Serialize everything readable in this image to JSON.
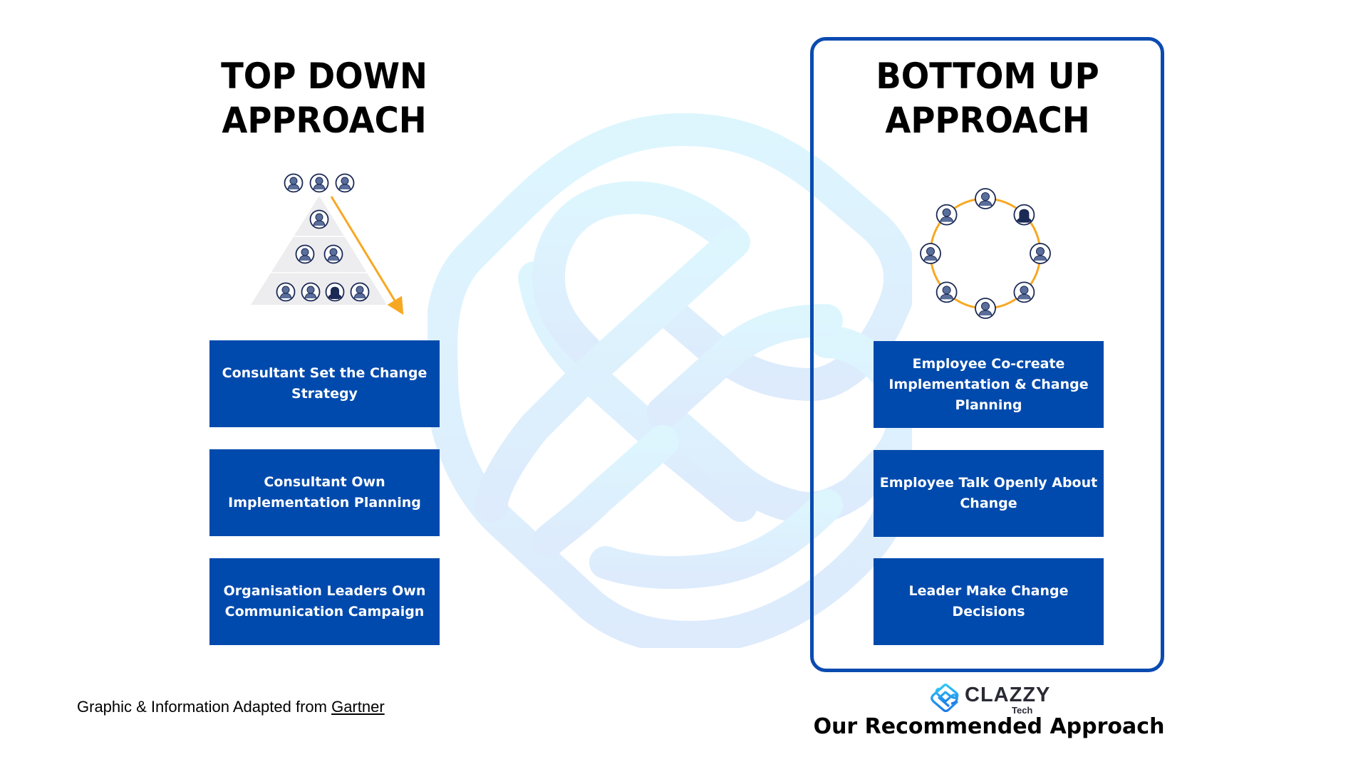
{
  "colors": {
    "box_fill": "#004AAD",
    "panel_border": "#0A4BB0",
    "arrow": "#F7A823",
    "icon_stroke": "#1B2A55",
    "icon_fill": "#5A6E9B",
    "pyramid_fill": "#EDEDEF",
    "watermark_top": "#DDF6FE",
    "watermark_bottom": "#DDEBFC"
  },
  "top_down": {
    "title_line1": "TOP DOWN",
    "title_line2": "APPROACH",
    "graphic": "pyramid-hierarchy",
    "boxes": [
      "Consultant Set the Change Strategy",
      "Consultant Own Implementation Planning",
      "Organisation Leaders Own Communication Campaign"
    ]
  },
  "bottom_up": {
    "title_line1": "BOTTOM UP",
    "title_line2": "APPROACH",
    "graphic": "circle-of-people",
    "boxes": [
      "Employee Co-create Implementation & Change Planning",
      "Employee Talk Openly About Change",
      "Leader Make Change Decisions"
    ]
  },
  "credit": {
    "prefix": "Graphic & Information Adapted from ",
    "link_text": "Gartner"
  },
  "brand": {
    "name": "CLAZZY",
    "sub": "Tech",
    "icon": "clazzy-logo-icon"
  },
  "recommended_label": "Our Recommended Approach"
}
